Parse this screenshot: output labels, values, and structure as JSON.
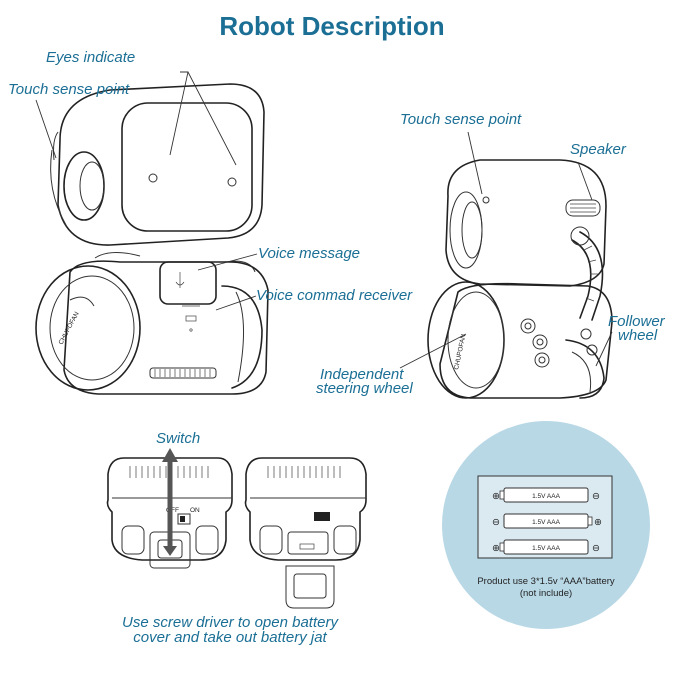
{
  "title": "Robot Description",
  "labels": {
    "eyes_indicate": "Eyes indicate",
    "touch_sense_left": "Touch sense point",
    "voice_message": "Voice message",
    "voice_command_receiver": "Voice commad receiver",
    "touch_sense_right": "Touch sense point",
    "speaker": "Speaker",
    "follower_wheel_1": "Follower",
    "follower_wheel_2": "wheel",
    "independent_1": "Independent",
    "independent_2": "steering wheel",
    "switch": "Switch",
    "instruction_1": "Use screw driver to open battery",
    "instruction_2": "cover and take out battery jat"
  },
  "switch_states": {
    "off": "OFF",
    "on": "ON"
  },
  "battery": {
    "cells": [
      "1.5V  AAA",
      "1.5V  AAA",
      "1.5V  AAA"
    ],
    "note_1": "Product use 3*1.5v “AAA”battery",
    "note_2": "(not include)"
  },
  "colors": {
    "title": "#1b6f95",
    "label": "#1b6f95",
    "battery_circle": "#b9d8e6"
  }
}
